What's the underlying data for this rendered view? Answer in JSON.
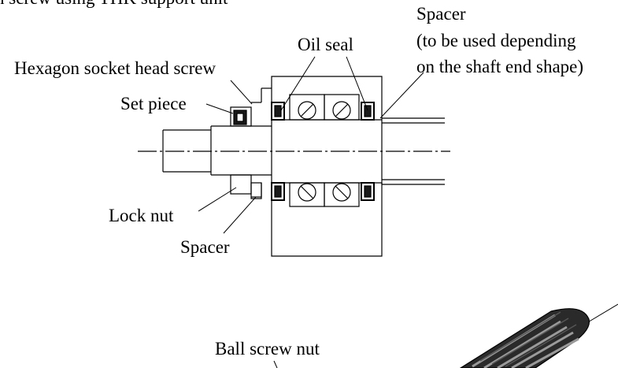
{
  "header": {
    "partial_title": "n screw using THK support unit"
  },
  "labels": {
    "spacer_top": "Spacer",
    "spacer_top_note_1": "(to be used depending",
    "spacer_top_note_2": "on the shaft end shape)",
    "oil_seal": "Oil seal",
    "hex_screw": "Hexagon socket head screw",
    "set_piece": "Set piece",
    "lock_nut": "Lock nut",
    "spacer_bottom": "Spacer",
    "ball_screw_nut": "Ball screw nut"
  },
  "colors": {
    "line": "#000000",
    "background": "#ffffff",
    "screw_fill": "#1a1a1a"
  }
}
